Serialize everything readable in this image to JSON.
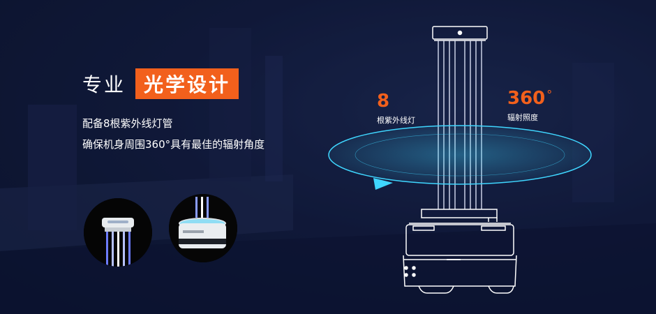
{
  "heading": {
    "plain": "专业",
    "highlight": "光学设计"
  },
  "description": {
    "line1": "配备8根紫外线灯管",
    "line2": "确保机身周围360°具有最佳的辐射角度"
  },
  "stats": [
    {
      "value": "8",
      "label": "根紫外线灯"
    },
    {
      "value": "360",
      "unit": "°",
      "label": "辐射照度"
    }
  ],
  "closeups": [
    {
      "icon": "lamp-top-closeup"
    },
    {
      "icon": "robot-base-closeup"
    }
  ],
  "colors": {
    "accent": "#f2601c",
    "cyan": "#3fd6ff",
    "background": "#0d1530"
  }
}
